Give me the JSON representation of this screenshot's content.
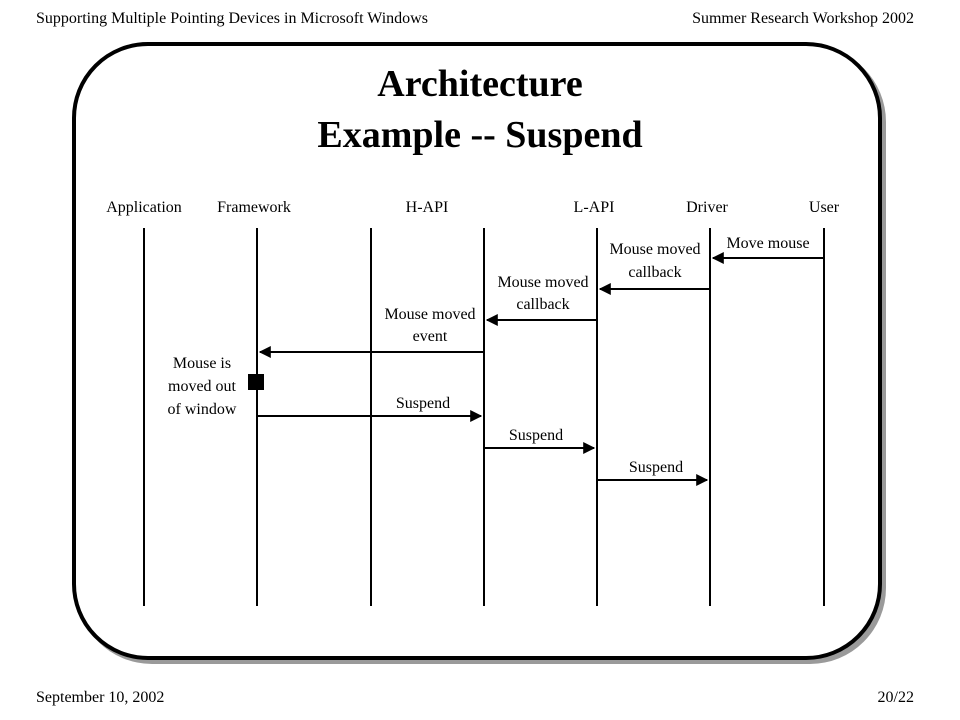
{
  "header": {
    "left": "Supporting Multiple Pointing Devices in Microsoft Windows",
    "right": "Summer Research Workshop 2002"
  },
  "footer": {
    "date": "September 10, 2002",
    "page": "20/22"
  },
  "slide": {
    "title_line1": "Architecture",
    "title_line2": "Example -- Suspend"
  },
  "diagram": {
    "lanes": [
      "Application",
      "Framework",
      "H-API",
      "L-API",
      "Driver",
      "User"
    ],
    "messages": [
      {
        "from": "User",
        "to": "Driver",
        "label": [
          "Move mouse"
        ]
      },
      {
        "from": "Driver",
        "to": "L-API",
        "label": [
          "Mouse moved",
          "callback"
        ]
      },
      {
        "from": "L-API",
        "to": "H-API",
        "label": [
          "Mouse moved",
          "callback"
        ]
      },
      {
        "from": "H-API",
        "to": "Framework",
        "label": [
          "Mouse moved",
          "event"
        ]
      },
      {
        "from": "Framework",
        "to": "H-API",
        "label": [
          "Suspend"
        ]
      },
      {
        "from": "H-API",
        "to": "L-API",
        "label": [
          "Suspend"
        ]
      },
      {
        "from": "L-API",
        "to": "Driver",
        "label": [
          "Suspend"
        ]
      }
    ],
    "note": {
      "lane": "Framework",
      "label": [
        "Mouse is",
        "moved out",
        "of window"
      ]
    }
  }
}
